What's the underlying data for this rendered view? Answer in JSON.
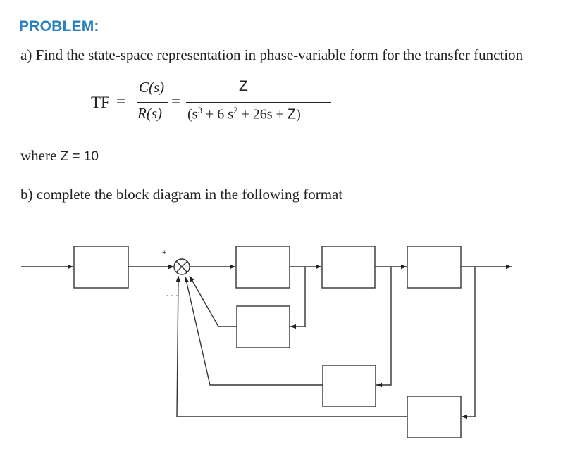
{
  "problem": {
    "heading": "PROBLEM:",
    "part_a": "a) Find the state-space representation in phase-variable form for the transfer function",
    "equation": {
      "lhs": "TF",
      "equals": "=",
      "ratio_num": "C(s)",
      "ratio_den": "R(s)",
      "numerator": "Z",
      "den_open": "(s",
      "den_exp3": "3",
      "den_mid1": " + 6 s",
      "den_exp2": "2",
      "den_mid2": " + 26s + ",
      "den_var": "Z",
      "den_close": ")"
    },
    "where": {
      "word": "where",
      "assignment": "Z = 10"
    },
    "part_b": "b) complete the block diagram in the following format"
  },
  "diagram": {
    "summing_plus": "+",
    "summing_minus": "- - -"
  }
}
